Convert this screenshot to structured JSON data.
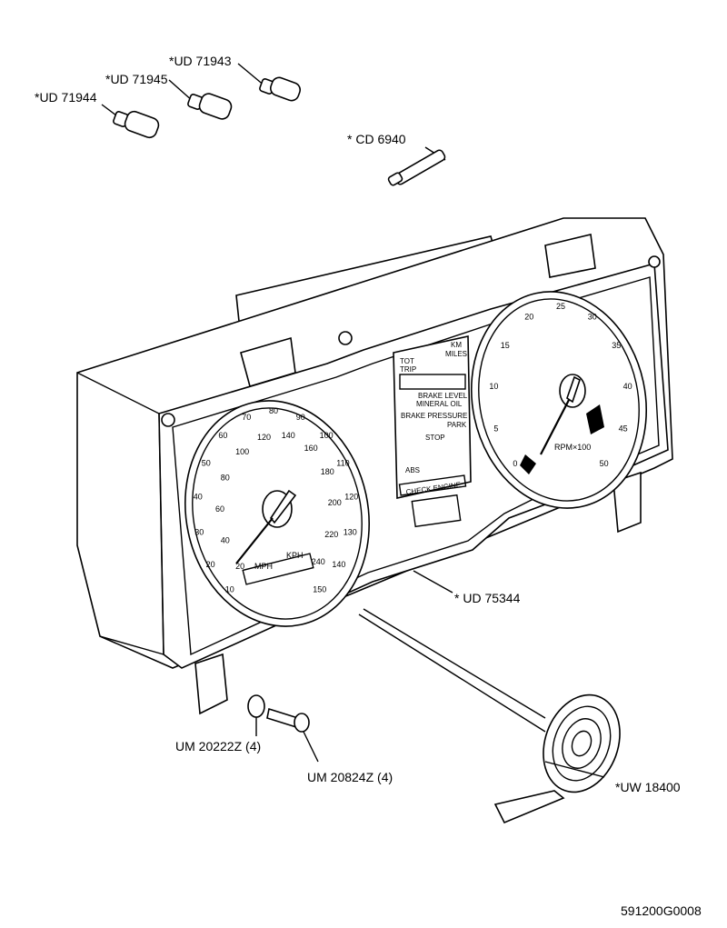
{
  "labels": {
    "ud71943": "*UD 71943",
    "ud71945": "*UD 71945",
    "ud71944": "*UD 71944",
    "cd6940": "* CD 6940",
    "ud75344": "* UD 75344",
    "um20222z": "UM 20222Z (4)",
    "um20824z": "UM 20824Z (4)",
    "uw18400": "*UW 18400",
    "drawing_number": "591200G0008"
  },
  "panel": {
    "tot": "TOT",
    "trip": "TRIP",
    "km": "KM",
    "miles": "MILES",
    "brake_level": "BRAKE LEVEL",
    "mineral_oil": "MINERAL OIL",
    "brake_pressure": "BRAKE PRESSURE",
    "park": "PARK",
    "stop": "STOP",
    "abs": "ABS",
    "check_engine": "CHECK ENGINE"
  },
  "speedometer": {
    "mph_label": "MPH",
    "kph_label": "KPH",
    "mph_scale": [
      "10",
      "20",
      "30",
      "40",
      "50",
      "60",
      "70",
      "80",
      "90",
      "100",
      "110",
      "120",
      "130",
      "140",
      "150"
    ],
    "kph_scale": [
      "20",
      "40",
      "60",
      "80",
      "100",
      "120",
      "140",
      "160",
      "180",
      "200",
      "220",
      "240"
    ]
  },
  "tachometer": {
    "unit_label": "RPM×100",
    "scale": [
      "0",
      "5",
      "10",
      "15",
      "20",
      "25",
      "30",
      "35",
      "40",
      "45",
      "50"
    ]
  }
}
